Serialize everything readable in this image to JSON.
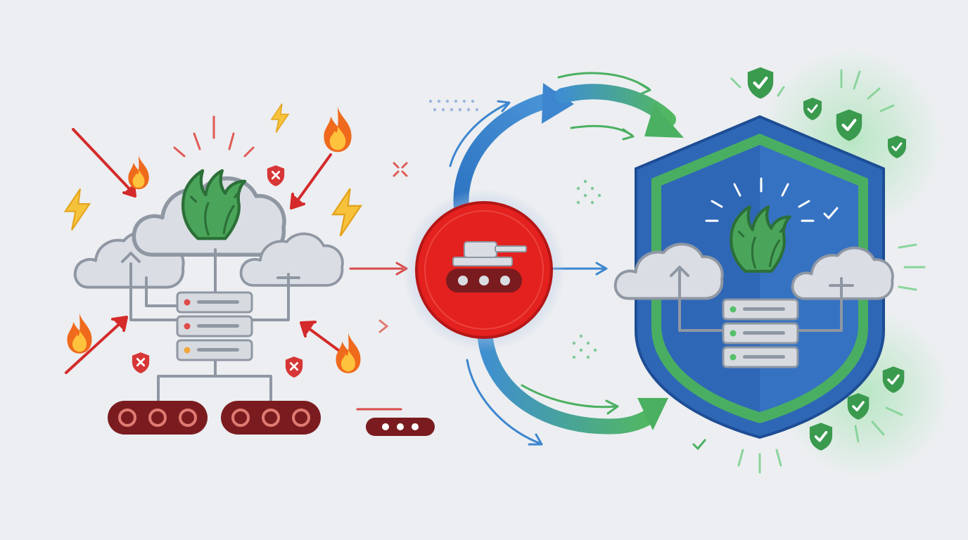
{
  "scene": {
    "type": "illustration",
    "flow": [
      "unprotected-infrastructure",
      "attack-tank",
      "protected-infrastructure"
    ],
    "colors": {
      "background": "#eceef1",
      "threat_red": "#d42a2a",
      "tank_red": "#e3211f",
      "tread_dark": "#7a1c1f",
      "shield_blue": "#2f67b7",
      "shield_green": "#4aae62",
      "flow_blue": "#3d86cf",
      "flow_green": "#4bb061",
      "cloud_gray": "#d9dde3",
      "server_gray": "#d5d9de",
      "logo_green": "#3f9a4e",
      "fire_orange": "#f28b1d",
      "bolt_yellow": "#f6c23c"
    },
    "left_panel": {
      "clouds": 3,
      "servers": 3,
      "server_led_colors": [
        "#e04a4a",
        "#e04a4a",
        "#f0a63a"
      ],
      "treads": 2,
      "threats": {
        "fires": 4,
        "bolts": 3,
        "incoming_arrows": 6,
        "warning_shields": 3
      }
    },
    "center": {
      "icon": "tank-icon",
      "flows": [
        "blue-loop",
        "green-loop"
      ]
    },
    "right_panel": {
      "clouds": 2,
      "servers": 3,
      "server_led_colors": [
        "#56c06a",
        "#56c06a",
        "#56c06a"
      ],
      "check_shields": 7
    }
  }
}
